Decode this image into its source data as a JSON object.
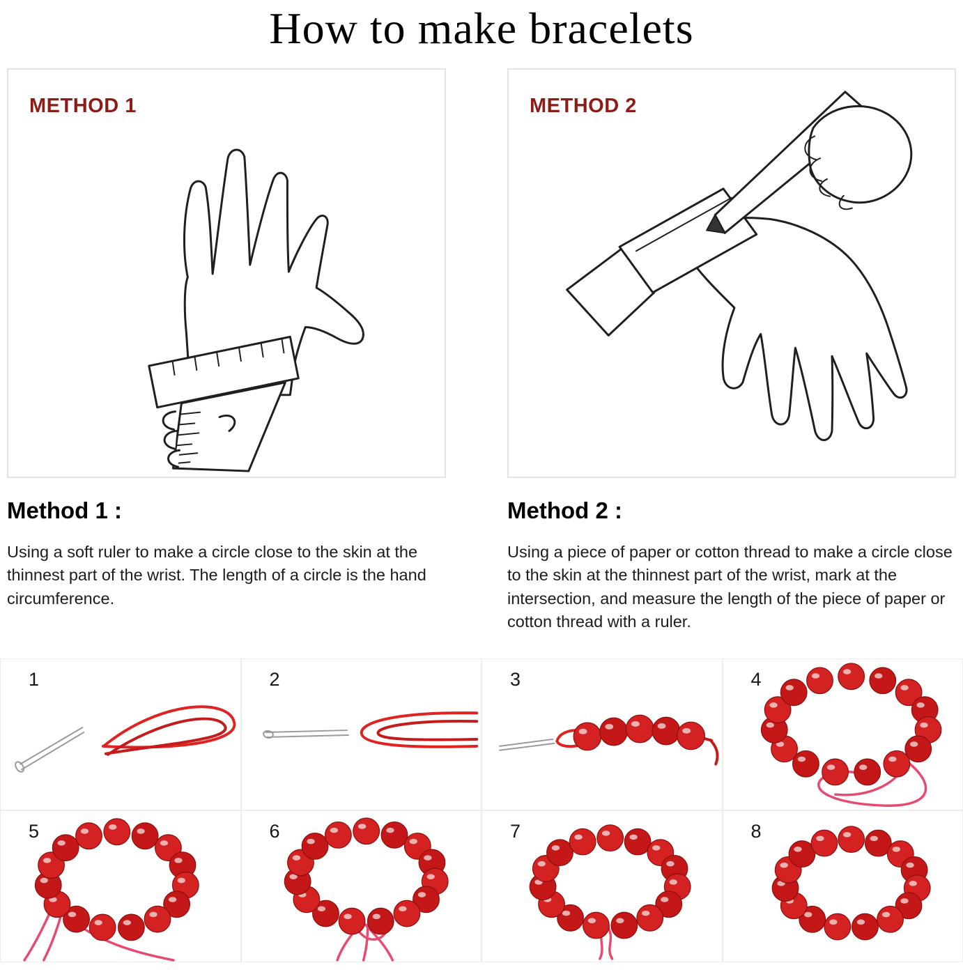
{
  "title": "How to make bracelets",
  "colors": {
    "method_label_red": "#8e1b15",
    "bead_red": "#cf1d1d",
    "cord_red": "#df2222",
    "cord_pink": "#e84a6f"
  },
  "method1": {
    "label": "METHOD 1",
    "heading": "Method 1 :",
    "body": "Using a soft ruler to make a circle close to the skin at the thinnest part of the wrist. The length of a circle is the hand circumference.",
    "illustration": "hand-with-soft-ruler-measuring-wrist"
  },
  "method2": {
    "label": "METHOD 2",
    "heading": "Method 2 :",
    "body": "Using a piece of paper or cotton thread to make a circle close to the skin at the thinnest part of the wrist, mark at the intersection, and measure the length of the piece of paper or cotton thread with a ruler.",
    "illustration": "hand-marking-paper-strip-with-pen"
  },
  "steps": [
    {
      "number": "1",
      "icon": "needle-and-doubled-red-cord"
    },
    {
      "number": "2",
      "icon": "needle-threaded-through-cord-loop"
    },
    {
      "number": "3",
      "icon": "beads-strung-on-cord-with-needle"
    },
    {
      "number": "4",
      "icon": "bead-ring-with-cord-loop"
    },
    {
      "number": "5",
      "icon": "bracelet-with-loose-cords"
    },
    {
      "number": "6",
      "icon": "bracelet-with-hanging-cords"
    },
    {
      "number": "7",
      "icon": "bracelet-with-cord-tail"
    },
    {
      "number": "8",
      "icon": "finished-bracelet"
    }
  ]
}
